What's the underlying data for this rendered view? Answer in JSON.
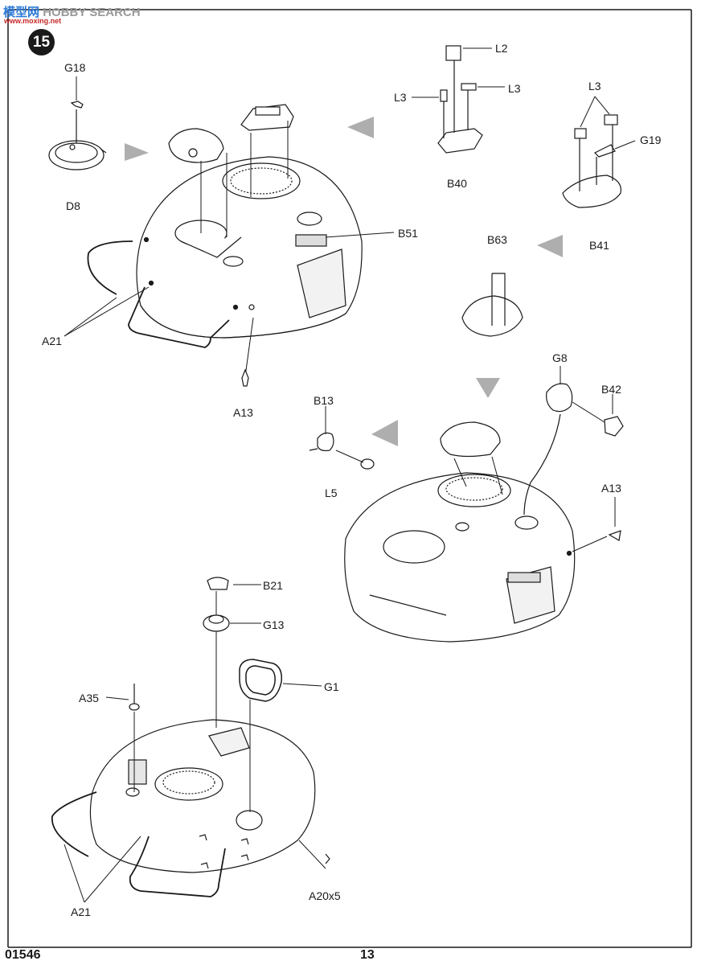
{
  "watermark": {
    "brand": "模型网",
    "brand_suffix": "HOBBY SEARCH",
    "url": "www.moxing.net"
  },
  "step": "15",
  "footer": {
    "code": "01546",
    "page": "13"
  },
  "labels": {
    "g18": "G18",
    "d8": "D8",
    "a21_top": "A21",
    "a13_top": "A13",
    "l2": "L2",
    "l3_left": "L3",
    "l3_right": "L3",
    "l3_b41": "L3",
    "g19": "G19",
    "b40": "B40",
    "b41": "B41",
    "b51": "B51",
    "b63": "B63",
    "g8": "G8",
    "b42": "B42",
    "b13": "B13",
    "l5": "L5",
    "a13_mid": "A13",
    "b21": "B21",
    "g13": "G13",
    "g1": "G1",
    "a35": "A35",
    "a21_bottom": "A21",
    "a20x5": "A20x5"
  }
}
